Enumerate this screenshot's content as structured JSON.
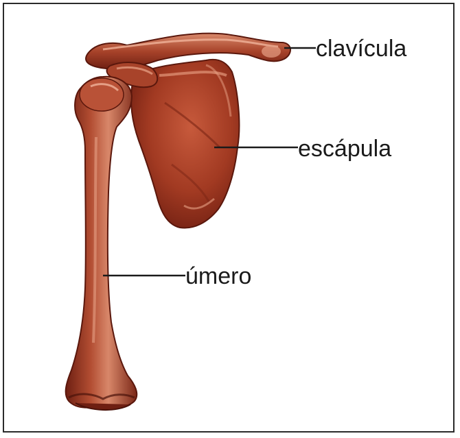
{
  "labels": {
    "clavicle": "clavícula",
    "scapula": "escápula",
    "humerus": "úmero"
  },
  "colors": {
    "bone_dark": "#6e1f12",
    "bone_mid": "#a8432a",
    "bone_light": "#d27a5c",
    "bone_highlight": "#e9a58a",
    "frame": "#2a2a2a",
    "text": "#1a1a1a"
  }
}
